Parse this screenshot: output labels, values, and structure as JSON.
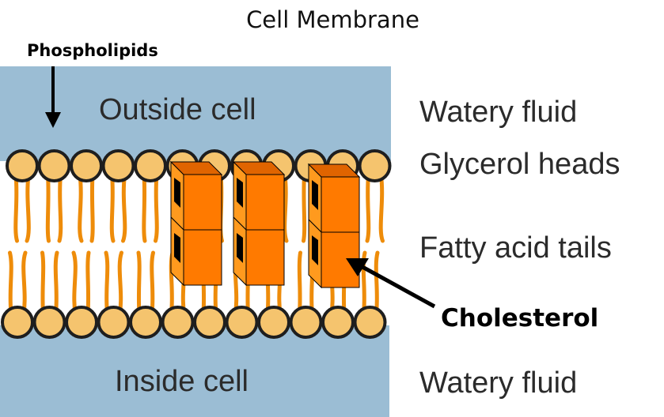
{
  "title": "Cell Membrane",
  "regions": {
    "outside": "Outside cell",
    "inside": "Inside cell"
  },
  "labels": {
    "phospholipids": "Phospholipids",
    "cholesterol": "Cholesterol"
  },
  "legend": [
    {
      "text": "Watery fluid"
    },
    {
      "text": "Glycerol heads"
    },
    {
      "text": "Fatty acid tails"
    },
    {
      "text": "Watery fluid"
    }
  ],
  "colors": {
    "water": "#9bbdd4",
    "head_fill": "#f5c46e",
    "head_stroke": "#1e1e1e",
    "tail": "#ee8c0a",
    "cholesterol_front": "#ff7a00",
    "cholesterol_side": "#ff9a1e",
    "cholesterol_top": "#e06400"
  },
  "structure": {
    "top_heads": 12,
    "bottom_heads": 12,
    "cholesterol_molecules": 3
  }
}
